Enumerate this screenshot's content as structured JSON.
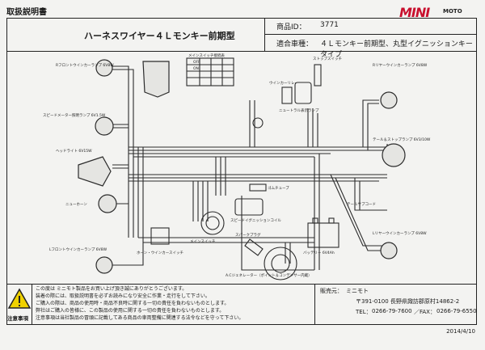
{
  "doc_title": "取扱説明書",
  "brand": {
    "logo_text": "MINI",
    "sub": "MOTO"
  },
  "header": {
    "product_name": "ハーネスワイヤー４Ｌモンキー前期型",
    "product_id_label": "商品ID：",
    "product_id": "3771",
    "compat_label": "適合車種：",
    "compat_value": "４Ｌモンキー前期型、丸型イグニッションキータイプ"
  },
  "diagram_labels": {
    "main_switch_table": "メインスイッチ接続表",
    "front_winker_r": "Rフロントウインカーランプ 6V8W",
    "speedo_lamp": "スピードメーター照明ランプ 6V1.5W",
    "headlight": "ヘッドライト 6V15W",
    "horn": "ニューホーン",
    "front_winker_l": "Lフロントウインカーランプ 6V8W",
    "stop_switch": "ストップスイッチ",
    "winker_relay": "ウインカーリレー",
    "neutral_lamp": "ニュートラル表示ランプ",
    "rear_winker_r": "Rリヤーウインカーランプ 6V8W",
    "tail_stop_lamp": "テール＆ストップランプ 6V3/10W",
    "tail_cord": "テールサブコード",
    "rear_winker_l": "Lリヤーウインカーランプ 6V8W",
    "main_switch": "メインスイッチ",
    "ignition_coil": "スピードイグニッションコイル",
    "battery": "バッテリー 6V4Ah",
    "spark_plug": "スパークプラグ",
    "ac_generator": "A.Cジェネレーター（ポイント＆コンデンサー内蔵）",
    "winker_switch": "ホーン・ウインカースイッチ",
    "tube": "ゴムチューブ",
    "sw_cols": [
      "OFF",
      "ON"
    ]
  },
  "footer": {
    "warn_label": "注意事項",
    "notices": [
      "この度は ミニモト製品をお買い上げ頂き誠にありがとうございます。",
      "装着の際には、取扱説明書を必ずお読みになり安全に作業・走行をして下さい。",
      "ご購入の際は、商品の使用時・商品不良時に関する一切の責任を負わないものとします。",
      "弊社はご購入の皆様に、この製品の使用に関する一切の責任を負わないものとします。",
      "注意事項は当社製品の冒頭に記載してある商品の車両整備に関連する法令などを守って下さい。"
    ],
    "dealer_label": "販売元：",
    "dealer_name": "ミニモト",
    "address": "〒391-0100 長野県諏訪郡原村14862-2",
    "tel_label": "TEL：",
    "tel": "0266-79-7600",
    "fax_label": "／FAX：",
    "fax": "0266-79-6550"
  },
  "date": "2014/4/10"
}
